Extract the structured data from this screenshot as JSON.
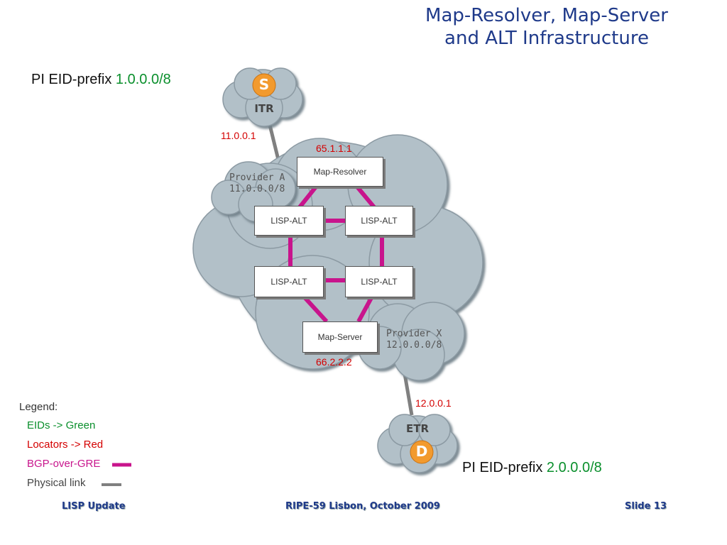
{
  "title_line1": "Map-Resolver, Map-Server",
  "title_line2": "and ALT Infrastructure",
  "source": {
    "prefix_label": "PI EID-prefix",
    "prefix_value": "1.0.0.0/8",
    "node_letter": "S",
    "node_label": "ITR",
    "locator": "11.0.0.1"
  },
  "dest": {
    "prefix_label": "PI EID-prefix",
    "prefix_value": "2.0.0.0/8",
    "node_letter": "D",
    "node_label": "ETR",
    "locator": "12.0.0.1"
  },
  "provider_a": {
    "name": "Provider A",
    "prefix": "11.0.0.0/8"
  },
  "provider_x": {
    "name": "Provider X",
    "prefix": "12.0.0.0/8"
  },
  "map_resolver": {
    "label": "Map-Resolver",
    "address": "65.1.1.1"
  },
  "map_server": {
    "label": "Map-Server",
    "address": "66.2.2.2"
  },
  "alt_nodes": [
    "LISP-ALT",
    "LISP-ALT",
    "LISP-ALT",
    "LISP-ALT"
  ],
  "legend": {
    "heading": "Legend:",
    "eids": "EIDs -> Green",
    "locators": "Locators -> Red",
    "bgp": "BGP-over-GRE",
    "physical": "Physical link"
  },
  "colors": {
    "eid": "#0a8f2c",
    "locator": "#d40000",
    "bgp_gre": "#c8148c",
    "physical": "#808080",
    "cloud": "#b2c0c8",
    "node_circle": "#f29a2e"
  },
  "footer": {
    "left": "LISP Update",
    "center": "RIPE-59 Lisbon, October 2009",
    "right": "Slide 13"
  }
}
